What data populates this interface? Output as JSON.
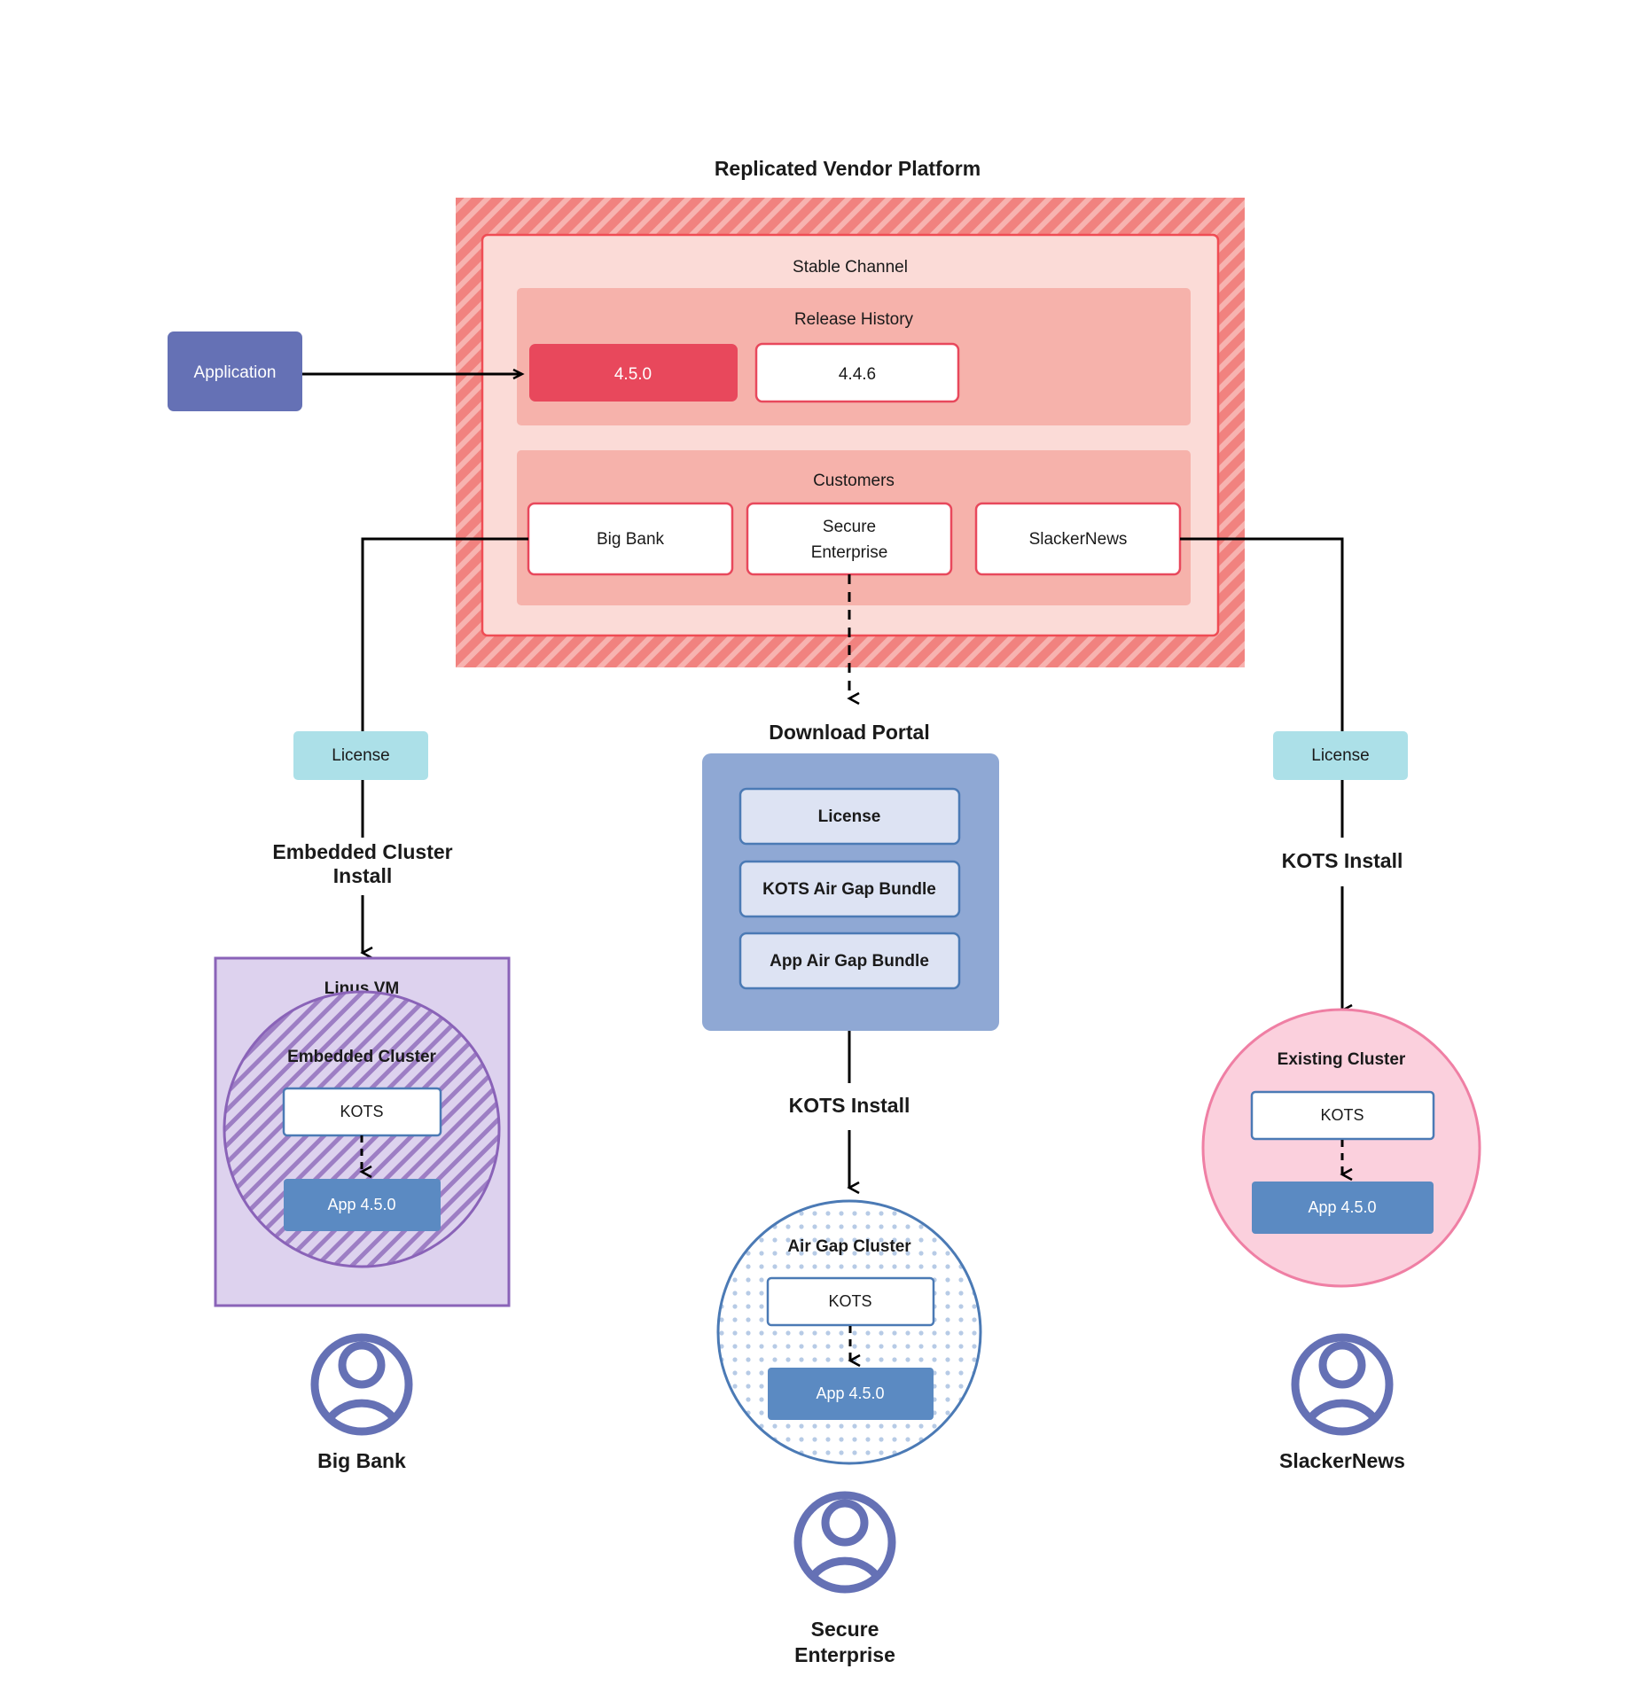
{
  "platform": {
    "title": "Replicated Vendor Platform",
    "channel": {
      "label": "Stable Channel"
    },
    "release_history": {
      "label": "Release History",
      "releases": [
        {
          "version": "4.5.0",
          "state": "current"
        },
        {
          "version": "4.4.6",
          "state": "previous"
        }
      ]
    },
    "customers": {
      "label": "Customers",
      "items": [
        {
          "name": "Big Bank"
        },
        {
          "name": "Secure",
          "name2": "Enterprise"
        },
        {
          "name": "SlackerNews"
        }
      ]
    }
  },
  "application": {
    "label": "Application"
  },
  "licenses": {
    "left_label": "License",
    "right_label": "License"
  },
  "edges": {
    "embedded_install_line1": "Embedded Cluster",
    "embedded_install_line2": "Install",
    "kots_install_right": "KOTS Install",
    "kots_install_center": "KOTS Install"
  },
  "download_portal": {
    "title": "Download  Portal",
    "items": [
      {
        "label": "License"
      },
      {
        "label": "KOTS Air Gap Bundle"
      },
      {
        "label": "App Air Gap Bundle"
      }
    ]
  },
  "deployments": [
    {
      "id": "linux-vm",
      "host_label": "Linus VM",
      "cluster_label": "Embedded Cluster",
      "kots_label": "KOTS",
      "app_label": "App 4.5.0",
      "persona": "Big Bank"
    },
    {
      "id": "air-gap",
      "cluster_label": "Air Gap Cluster",
      "kots_label": "KOTS",
      "app_label": "App 4.5.0",
      "persona_line1": "Secure",
      "persona_line2": "Enterprise"
    },
    {
      "id": "existing",
      "cluster_label": "Existing Cluster",
      "kots_label": "KOTS",
      "app_label": "App 4.5.0",
      "persona": "SlackerNews"
    }
  ],
  "colors": {
    "platform_hatch": "#f1827f",
    "platform_border": "#ef4c54",
    "channel_fill": "#fbdbd7",
    "release_band": "#f6b2ab",
    "release_current": "#e8485c",
    "release_previous": "#ffffff",
    "customer_border": "#e8485c",
    "application_fill": "#6571b5",
    "license_fill": "#ace0e8",
    "portal_fill": "#8fa8d4",
    "portal_item_fill": "#dde3f3",
    "portal_item_border": "#4b7ab5",
    "vm_fill": "#ddd2ee",
    "vm_border": "#8a63b8",
    "embedded_circle_border": "#8a63b8",
    "airgap_circle_border": "#4b7ab5",
    "existing_circle_fill": "#fbd0dd",
    "existing_circle_border": "#ef7fa4",
    "app_fill": "#5b8ac2",
    "kots_border": "#4b7ab5",
    "persona_icon": "#6571b5"
  }
}
